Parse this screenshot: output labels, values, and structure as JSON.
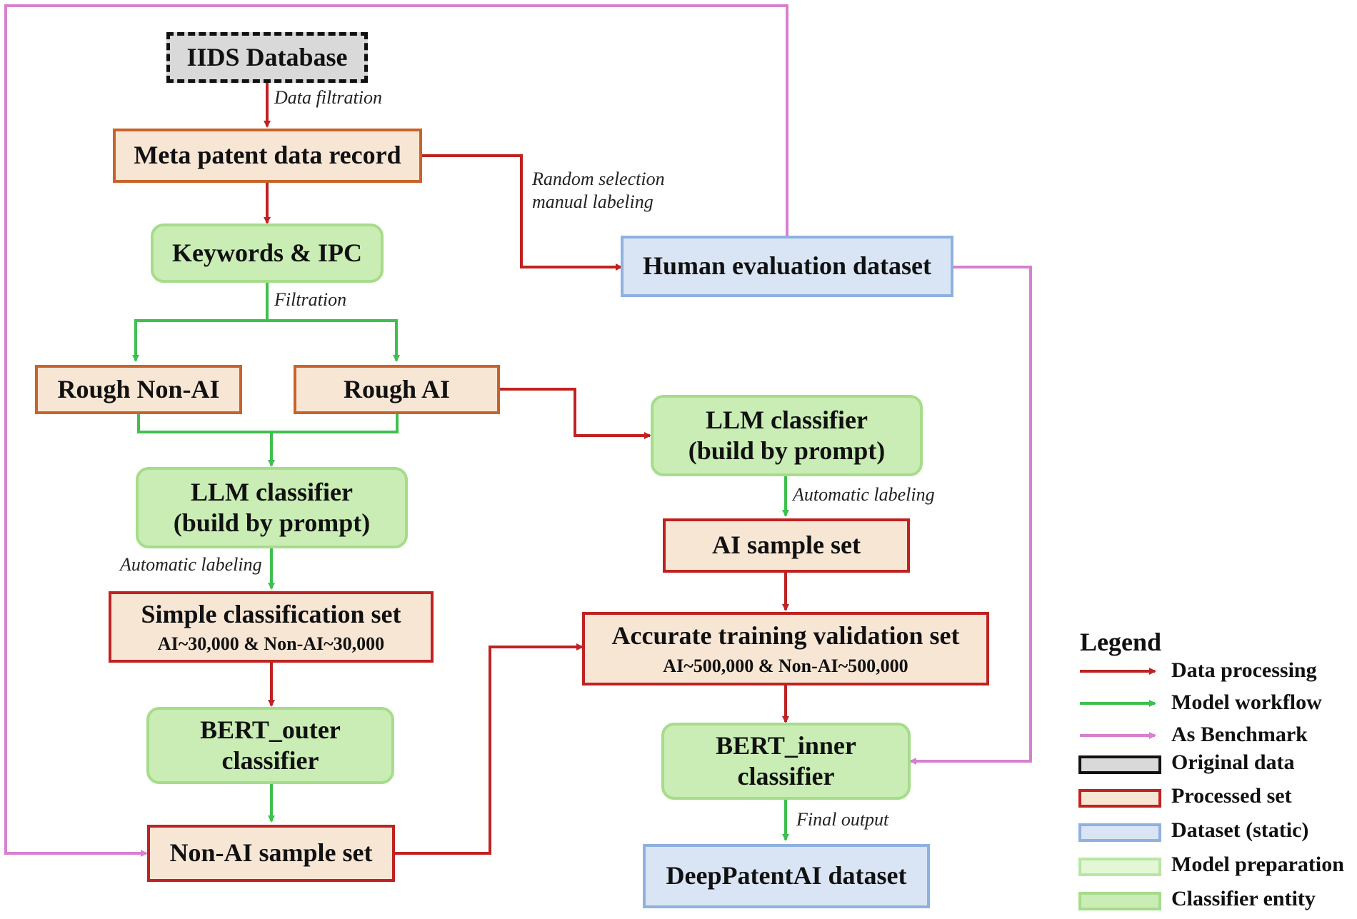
{
  "nodes": {
    "iids_database": "IIDS Database",
    "meta_record": "Meta patent data record",
    "keywords_ipc": "Keywords & IPC",
    "human_eval": "Human evaluation dataset",
    "rough_non_ai": "Rough Non-AI",
    "rough_ai": "Rough AI",
    "llm_left_line1": "LLM classifier",
    "llm_left_line2": "(build by prompt)",
    "llm_right_line1": "LLM classifier",
    "llm_right_line2": "(build by prompt)",
    "simple_set": "Simple classification set",
    "simple_set_sub": "AI~30,000 & Non-AI~30,000",
    "ai_sample": "AI sample set",
    "accurate_set": "Accurate training validation set",
    "accurate_set_sub": "AI~500,000 & Non-AI~500,000",
    "bert_outer_line1": "BERT_outer",
    "bert_outer_line2": "classifier",
    "bert_inner_line1": "BERT_inner",
    "bert_inner_line2": "classifier",
    "non_ai_sample": "Non-AI sample set",
    "deeppatent": "DeepPatentAI dataset"
  },
  "edge_labels": {
    "data_filtration": "Data filtration",
    "random_selection": "Random selection",
    "manual_labeling": "manual labeling",
    "filtration": "Filtration",
    "auto_label_left": "Automatic labeling",
    "auto_label_right": "Automatic labeling",
    "final_output": "Final output"
  },
  "legend": {
    "title": "Legend",
    "data_processing": "Data processing",
    "model_workflow": "Model workflow",
    "as_benchmark": "As Benchmark",
    "original_data": "Original data",
    "processed_set": "Processed set",
    "dataset_static": "Dataset (static)",
    "model_preparation": "Model preparation",
    "classifier_entity": "Classifier entity"
  },
  "colors": {
    "data_processing": "#bf2222",
    "model_workflow": "#3fbf4f",
    "as_benchmark": "#d77fd1"
  }
}
